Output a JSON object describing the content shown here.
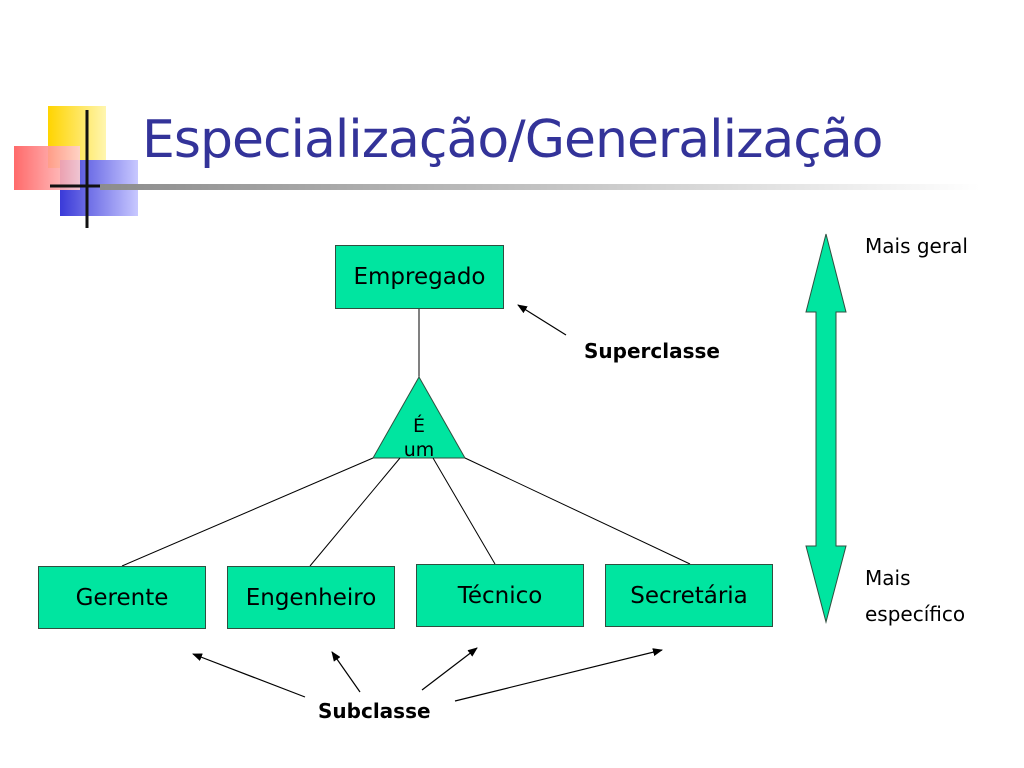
{
  "slide": {
    "title": "Especialização/Generalização"
  },
  "diagram": {
    "superclass_box": "Empregado",
    "isa_top": "É",
    "isa_bottom": "um",
    "subclass_boxes": [
      "Gerente",
      "Engenheiro",
      "Técnico",
      "Secretária"
    ],
    "superclass_label": "Superclasse",
    "subclass_label": "Subclasse",
    "scale_top": "Mais geral",
    "scale_bottom_line1": "Mais",
    "scale_bottom_line2": "específico"
  },
  "colors": {
    "title": "#333399",
    "box_fill": "#00e5a0",
    "arrow_fill": "#00e5a0"
  }
}
